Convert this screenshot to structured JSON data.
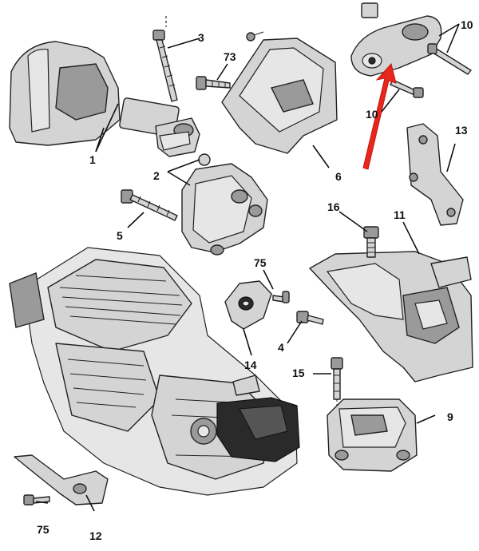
{
  "diagram": {
    "callouts": [
      {
        "id": "c1",
        "text": "1"
      },
      {
        "id": "c2",
        "text": "2"
      },
      {
        "id": "c3",
        "text": "3"
      },
      {
        "id": "c4",
        "text": "4"
      },
      {
        "id": "c5",
        "text": "5"
      },
      {
        "id": "c6",
        "text": "6"
      },
      {
        "id": "c9",
        "text": "9"
      },
      {
        "id": "c10",
        "text": "10"
      },
      {
        "id": "c10b",
        "text": "10"
      },
      {
        "id": "c11",
        "text": "11"
      },
      {
        "id": "c12",
        "text": "12"
      },
      {
        "id": "c13",
        "text": "13"
      },
      {
        "id": "c14",
        "text": "14"
      },
      {
        "id": "c15",
        "text": "15"
      },
      {
        "id": "c16",
        "text": "16"
      },
      {
        "id": "c73",
        "text": "73"
      },
      {
        "id": "c75a",
        "text": "75"
      },
      {
        "id": "c75b",
        "text": "75"
      }
    ],
    "highlight_arrow_color": "#e8261e",
    "part_fill_color": "#d4d4d4",
    "outline_color": "#222222"
  }
}
